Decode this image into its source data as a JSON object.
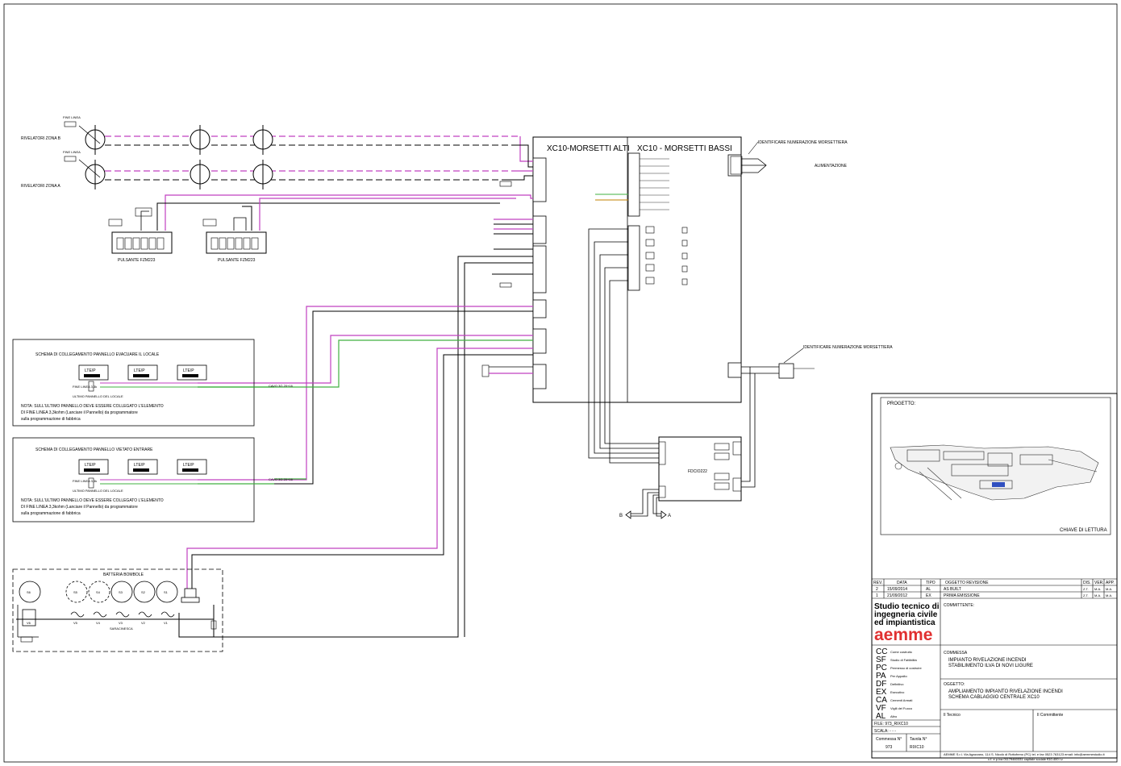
{
  "central": {
    "alti_title": "XC10-MORSETTI ALTI",
    "bassi_title": "XC10 - MORSETTI BASSI"
  },
  "left": {
    "zone_b_label": "RIVELATORI ZONA B",
    "zone_a_label": "RIVELATORI ZONA A",
    "fine_linea": "FINE LINEA",
    "pulsante_1": "PULSANTE FZM223",
    "pulsante_2": "PULSANTE FZM223"
  },
  "annotations": {
    "identify_1": "IDENTIFICARE NUMERAZIONE MORSETTIERA",
    "identify_2": "IDENTIFICARE NUMERAZIONE MORSETTIERA",
    "alimentazione": "ALIMENTAZIONE",
    "linea_b": "B",
    "linea_a": "A",
    "fdc_module": "FDCIO222",
    "cavo_1": "CAVO 3G 20+16",
    "cavo_2": "CAVO 3G 20+16"
  },
  "panels": [
    {
      "title": "SCHEMA DI COLLEGAMENTO PANNELLO EVACUARE IL LOCALE",
      "devices": [
        "LTE/P",
        "LTE/P",
        "LTE/P"
      ],
      "endline": "FINE LINEA 3,3k",
      "last_label": "ULTIMO PANNELLO DEL LOCALE",
      "note_1": "NOTA: SULL'ULTIMO PANNELLO DEVE ESSERE COLLEGATO L'ELEMENTO",
      "note_2": "DI FINE LINEA 3,3kohm (Lanciare il Pannello) da programmatore",
      "note_3": "sulla programmazione di fabbrica"
    },
    {
      "title": "SCHEMA DI COLLEGAMENTO PANNELLO VIETATO ENTRARE",
      "devices": [
        "LTE/P",
        "LTE/P",
        "LTE/P"
      ],
      "endline": "FINE LINEA 3,3k",
      "last_label": "ULTIMO PANNELLO DEL LOCALE",
      "note_1": "NOTA: SULL'ULTIMO PANNELLO DEVE ESSERE COLLEGATO L'ELEMENTO",
      "note_2": "DI FINE LINEA 3,3kohm (Lanciare il Pannello) da programmatore",
      "note_3": "sulla programmazione di fabbrica"
    }
  ],
  "battery": {
    "title": "BATTERIA BOMBOLE",
    "cylinders": [
      "S6",
      "S5",
      "S4",
      "S3",
      "S2",
      "S1"
    ],
    "valves": [
      "V6",
      "V5",
      "V4",
      "V3",
      "V2",
      "V1"
    ],
    "manifold_label": "SARACINESCA"
  },
  "title_block": {
    "progetto_label": "PROGETTO:",
    "chiave_label": "CHIAVE DI LETTURA",
    "rev_headers": [
      "REV.",
      "DATA",
      "TIPO",
      "OGGETTO REVISIONE",
      "DIS.",
      "VER.",
      "APP."
    ],
    "revisions": [
      {
        "rev": "2",
        "data": "15/09/2014",
        "tipo": "AL",
        "oggetto": "AS BUILT",
        "dis": "Z.T.",
        "ver": "M.A.",
        "app": "M.A."
      },
      {
        "rev": "1",
        "data": "21/09/2012",
        "tipo": "EX",
        "oggetto": "PRIMA EMISSIONE",
        "dis": "Z.T.",
        "ver": "M.A.",
        "app": "M.A."
      }
    ],
    "studio_line1": "Studio tecnico di",
    "studio_line2": "ingegneria civile",
    "studio_line3": "ed impiantistica",
    "logo": "aemme",
    "committente_label": "COMMITTENTE:",
    "commessa_label": "COMMESSA",
    "commessa_1": "IMPIANTO RIVELAZIONE INCENDI",
    "commessa_2": "STABILIMENTO ILVA DI NOVI LIGURE",
    "oggetto_label": "OGGETTO:",
    "oggetto_1": "AMPLIAMENTO IMPIANTO RIVELAZIONE INCENDI",
    "oggetto_2": "SCHEMA CABLAGGIO CENTRALE XC10",
    "types": [
      {
        "code": "CC",
        "desc": "Come costruito"
      },
      {
        "code": "SF",
        "desc": "Studio di Fattibilità"
      },
      {
        "code": "PC",
        "desc": "Permesso di costruire"
      },
      {
        "code": "PA",
        "desc": "Per Appalto"
      },
      {
        "code": "DF",
        "desc": "Definitivo"
      },
      {
        "code": "EX",
        "desc": "Esecutivo"
      },
      {
        "code": "CA",
        "desc": "Cementi Armati"
      },
      {
        "code": "VF",
        "desc": "Vigili del Fuoco"
      },
      {
        "code": "AL",
        "desc": "Altro"
      }
    ],
    "file_label": "FILE: 973_RIXC10",
    "scala_label": "SCALA: - - -",
    "tecnico_label": "Il Tecnico",
    "committente_sign": "Il Committente",
    "commessa_n_label": "Commessa N°",
    "commessa_n": "973",
    "tavola_n_label": "Tavola N°",
    "tavola_n": "RIXC10",
    "footer_1": "AEMME S.r.l. Via Agazzano, 114 S. Nicolò di Rottofreno (PC) tel. e fax 0523 763123 email: info@aemmestudio.it",
    "footer_2": "c.f. e p.iva 01179460331 capitale sociale €10.400 i.v."
  },
  "colors": {
    "pink": "#c040c0",
    "green": "#40b040",
    "wire": "#000000"
  }
}
